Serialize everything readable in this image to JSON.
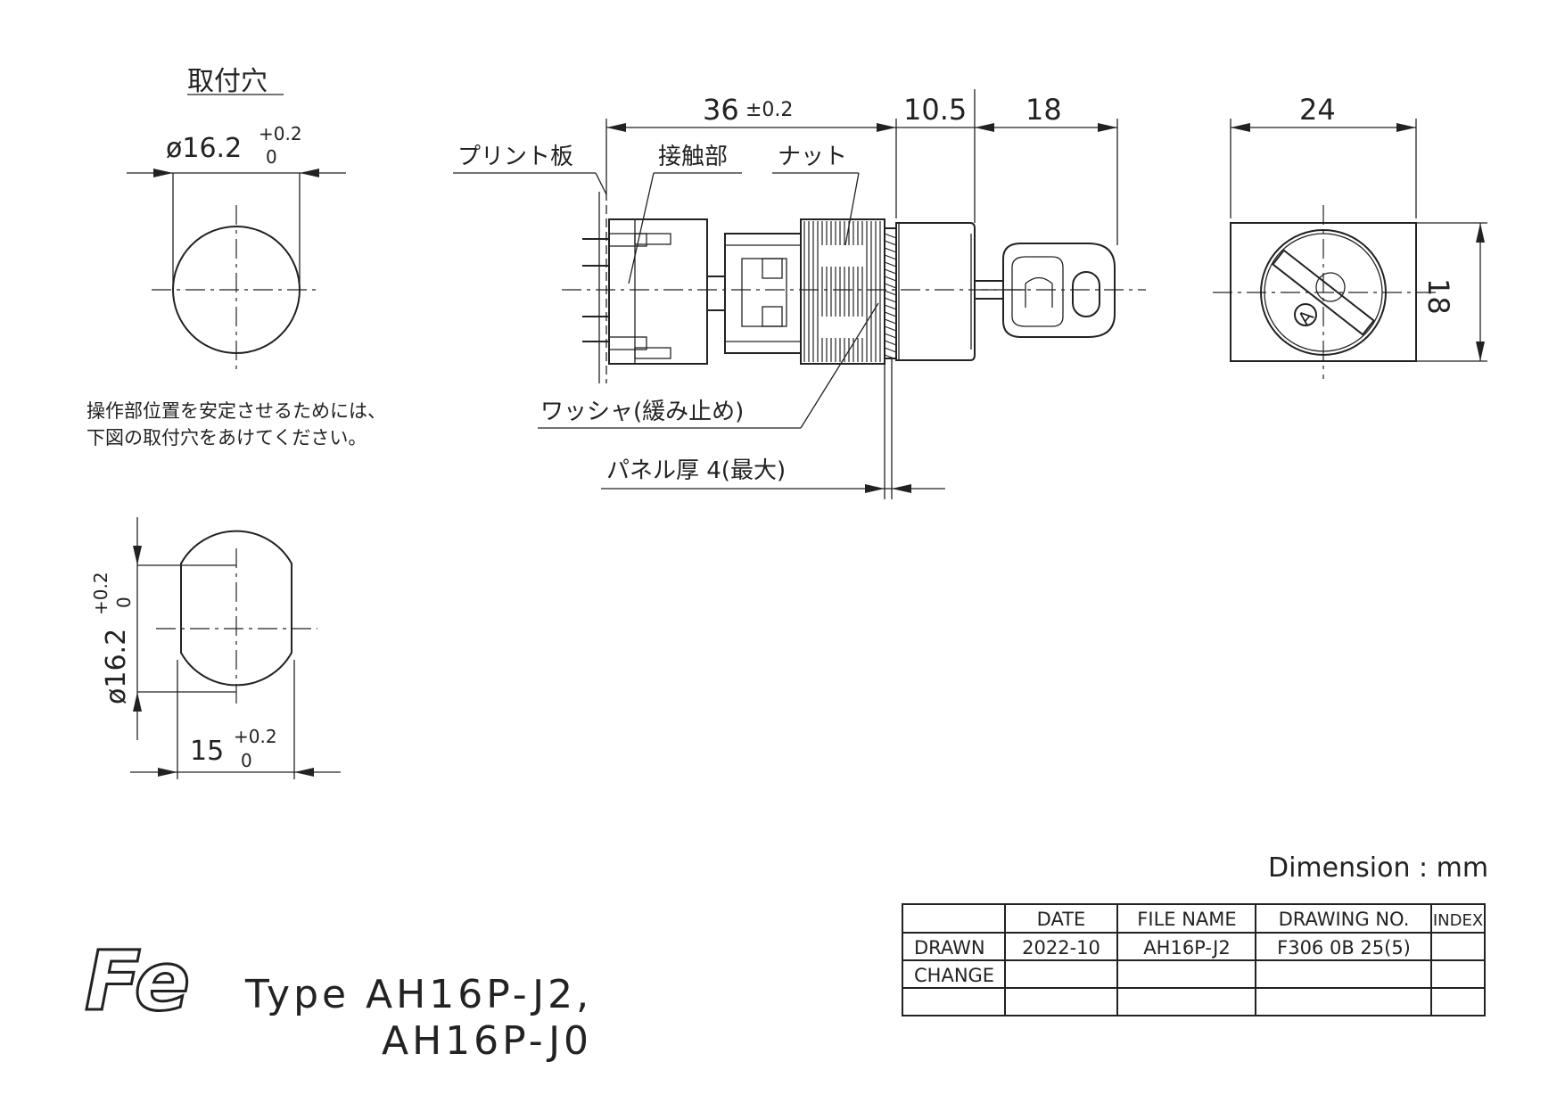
{
  "hole_section": {
    "title": "取付穴",
    "round_dia": "ø16.2",
    "tol_upper": "+0.2",
    "tol_lower": "0",
    "note_line1": "操作部位置を安定させるためには、",
    "note_line2": "下図の取付穴をあけてください。",
    "flat_dia": "ø16.2",
    "flat_width": "15"
  },
  "side_view": {
    "dim_overall": "36",
    "dim_overall_tol": "±0.2",
    "dim_bezel": "10.5",
    "dim_key": "18",
    "label_pcb": "プリント板",
    "label_contact": "接触部",
    "label_nut": "ナット",
    "label_washer": "ワッシャ(緩み止め)",
    "label_panel": "パネル厚 4(最大)"
  },
  "front_view": {
    "dim_width": "24",
    "dim_height": "18",
    "key_mark": "A"
  },
  "units": "Dimension : mm",
  "logo_text": "Fe",
  "type_line1": "Type AH16P-J2,",
  "type_line2": "AH16P-J0",
  "title_block": {
    "headers": [
      "",
      "DATE",
      "FILE NAME",
      "DRAWING NO.",
      "INDEX"
    ],
    "rows": [
      [
        "DRAWN",
        "2022-10",
        "AH16P-J2",
        "F306 0B 25(5)",
        ""
      ],
      [
        "CHANGE",
        "",
        "",
        "",
        ""
      ],
      [
        "",
        "",
        "",
        "",
        ""
      ]
    ]
  }
}
